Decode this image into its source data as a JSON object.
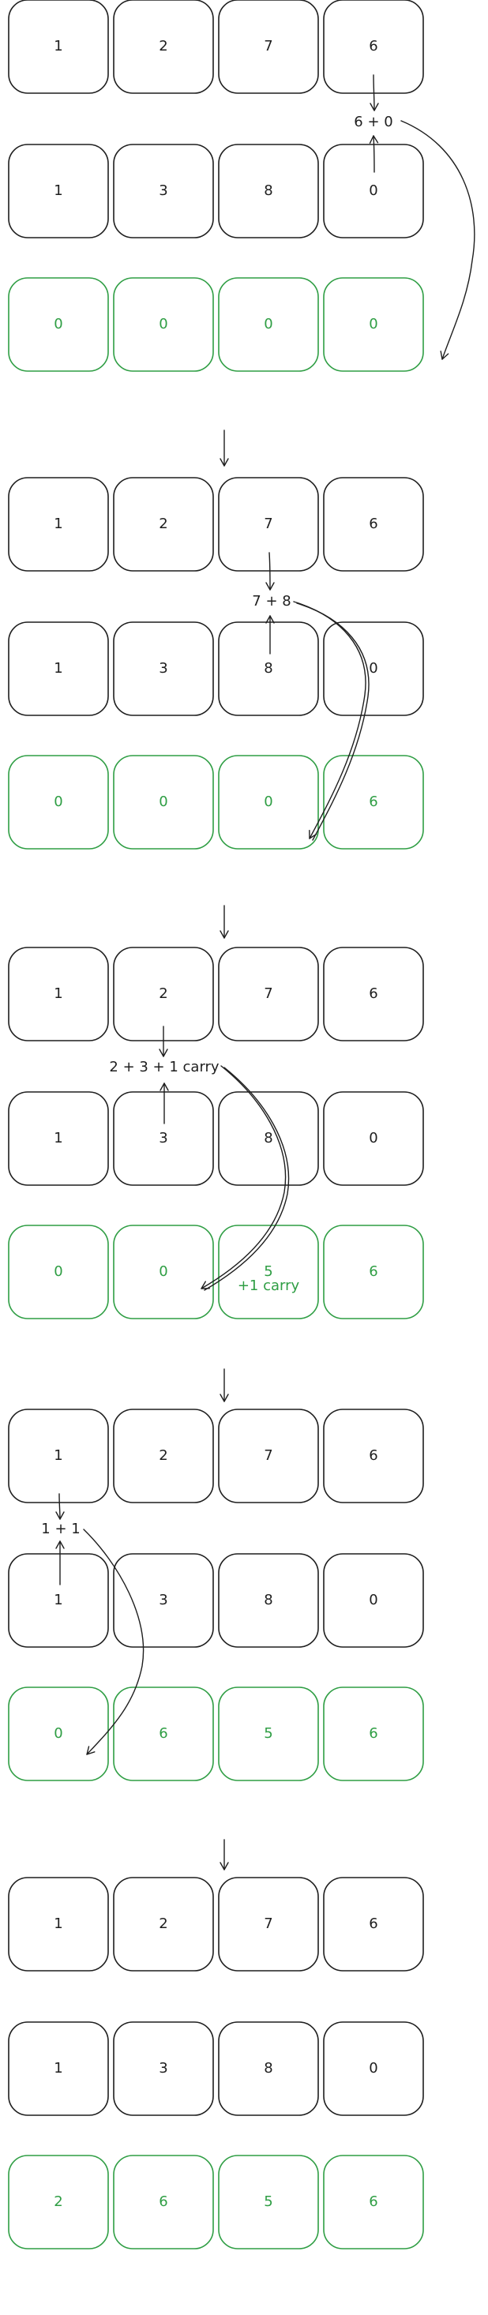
{
  "colors": {
    "ink": "#1e1e1e",
    "result": "#2f9e44"
  },
  "steps": [
    {
      "a": [
        "1",
        "2",
        "7",
        "6"
      ],
      "b": [
        "1",
        "3",
        "8",
        "0"
      ],
      "r": [
        "0",
        "0",
        "0",
        "0"
      ],
      "annotation": "6 + 0",
      "carry_note": ""
    },
    {
      "a": [
        "1",
        "2",
        "7",
        "6"
      ],
      "b": [
        "1",
        "3",
        "8",
        "0"
      ],
      "r": [
        "0",
        "0",
        "0",
        "6"
      ],
      "annotation": "7 + 8",
      "carry_note": ""
    },
    {
      "a": [
        "1",
        "2",
        "7",
        "6"
      ],
      "b": [
        "1",
        "3",
        "8",
        "0"
      ],
      "r": [
        "0",
        "0",
        "5",
        "6"
      ],
      "annotation": "2 + 3 + 1 carry",
      "carry_note": "+1 carry"
    },
    {
      "a": [
        "1",
        "2",
        "7",
        "6"
      ],
      "b": [
        "1",
        "3",
        "8",
        "0"
      ],
      "r": [
        "0",
        "6",
        "5",
        "6"
      ],
      "annotation": "1 + 1",
      "carry_note": ""
    },
    {
      "a": [
        "1",
        "2",
        "7",
        "6"
      ],
      "b": [
        "1",
        "3",
        "8",
        "0"
      ],
      "r": [
        "2",
        "6",
        "5",
        "6"
      ],
      "annotation": "",
      "carry_note": ""
    }
  ]
}
